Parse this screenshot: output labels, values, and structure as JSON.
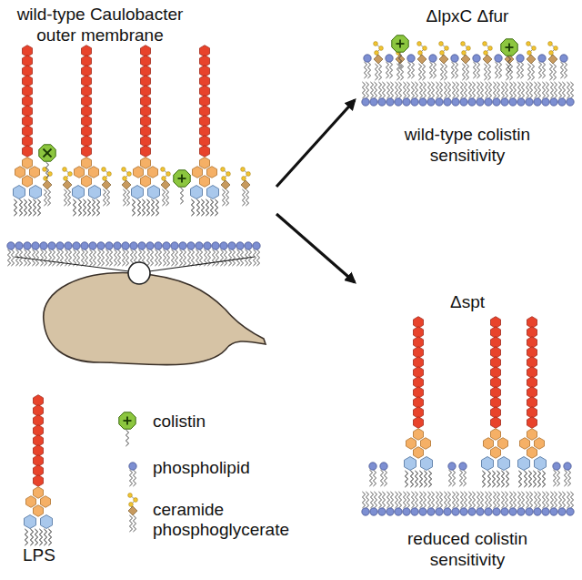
{
  "diagram": {
    "nodes": [
      {
        "text": [
          "wild-type Caulobacter outer membrane"
        ]
      },
      {
        "text": [
          "ΔlpxC Δfur",
          "wild-type colistin sensitivity"
        ]
      },
      {
        "text": [
          "Δspt",
          "reduced colistin sensitivity"
        ]
      }
    ],
    "edges": [
      {
        "from": 0,
        "to": 1,
        "arrow": "to"
      },
      {
        "from": 0,
        "to": 2,
        "arrow": "to"
      }
    ],
    "legend": [
      {
        "text": "colistin"
      },
      {
        "text": "phospholipid"
      },
      {
        "text": "ceramide phosphoglycerate"
      },
      {
        "text": "LPS"
      }
    ]
  }
}
